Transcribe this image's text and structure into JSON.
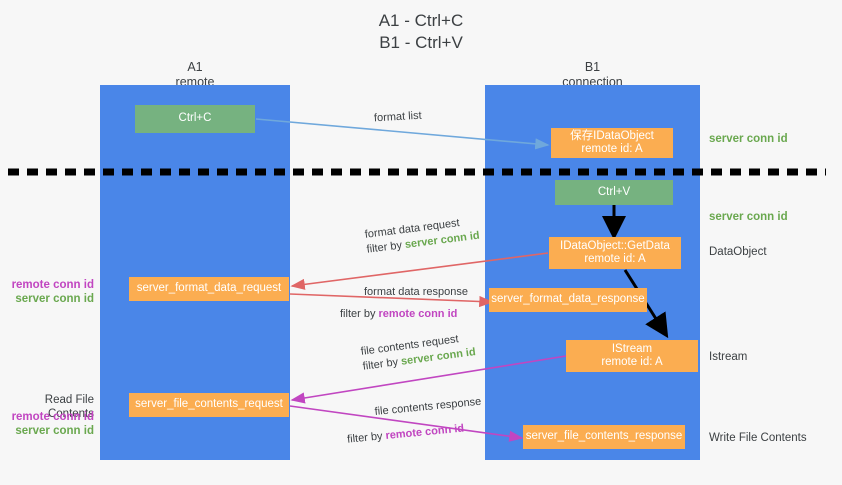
{
  "title": {
    "line1": "A1 - Ctrl+C",
    "line2": "B1 - Ctrl+V"
  },
  "lanes": [
    {
      "id": "a1",
      "name": "A1",
      "sub": "remote"
    },
    {
      "id": "b1",
      "name": "B1",
      "sub": "connection"
    }
  ],
  "boxes": {
    "ctrl_c": {
      "line1": "Ctrl+C",
      "line2": ""
    },
    "save_idataobject": {
      "line1": "保存IDataObject",
      "line2": "remote id: A"
    },
    "ctrl_v": {
      "line1": "Ctrl+V",
      "line2": ""
    },
    "getdata": {
      "line1": "IDataObject::GetData",
      "line2": "remote id: A"
    },
    "istream": {
      "line1": "IStream",
      "line2": "remote id: A"
    },
    "fmt_req": {
      "line1": "server_format_data_request",
      "line2": ""
    },
    "fmt_resp": {
      "line1": "server_format_data_response",
      "line2": ""
    },
    "file_req": {
      "line1": "server_file_contents_request",
      "line2": ""
    },
    "file_resp": {
      "line1": "server_file_contents_response",
      "line2": ""
    }
  },
  "flow_labels": {
    "format_list": {
      "text": "format list"
    },
    "fmt_req_l1": {
      "text": "format data request"
    },
    "fmt_req_l2_pre": {
      "text": "filter by "
    },
    "fmt_req_l2_key": {
      "text": "server conn id"
    },
    "fmt_resp_l1": {
      "text": "format data response"
    },
    "fmt_resp_l2_pre": {
      "text": "filter by "
    },
    "fmt_resp_l2_key": {
      "text": "remote conn id"
    },
    "file_req_l1": {
      "text": "file contents request"
    },
    "file_req_l2_pre": {
      "text": "filter by "
    },
    "file_req_l2_key": {
      "text": "server conn id"
    },
    "file_resp_l1": {
      "text": "file contents response"
    },
    "file_resp_l2_pre": {
      "text": "filter by "
    },
    "file_resp_l2_key": {
      "text": "remote conn id"
    }
  },
  "right_labels": {
    "server_conn_id_1": "server conn id",
    "server_conn_id_2": "server conn id",
    "dataobject": "DataObject",
    "istream": "Istream",
    "write_file_contents": "Write File Contents"
  },
  "left_labels": {
    "remote_conn_id_1": "remote conn id",
    "server_conn_id_1": "server conn id",
    "read_file_contents": "Read File Contents",
    "remote_conn_id_2": "remote conn id",
    "server_conn_id_2": "server conn id"
  },
  "colors": {
    "lane": "#4a86e8",
    "green_box": "#76b280",
    "orange_box": "#fbad51",
    "server_conn_id": "#6aa84f",
    "remote_conn_id": "#c146c1",
    "arrow_blue": "#6fa8dc",
    "arrow_red": "#e06666",
    "arrow_magenta": "#c146c1",
    "arrow_black": "#000000",
    "background": "#f7f7f7"
  }
}
